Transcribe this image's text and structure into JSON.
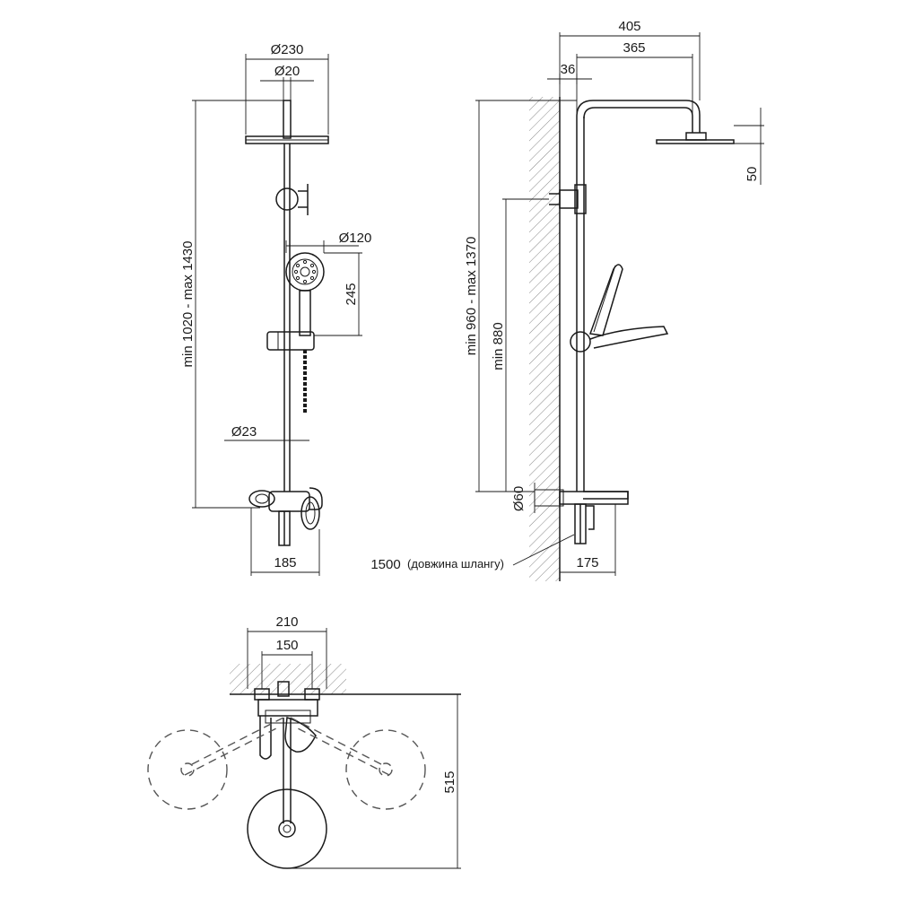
{
  "front_view": {
    "dim_head_diameter": "Ø230",
    "dim_arm_diameter": "Ø20",
    "dim_hand_shower_diameter": "Ø120",
    "dim_hand_shower_height": "245",
    "dim_pipe_diameter": "Ø23",
    "dim_height_range": "min 1020 - max 1430",
    "dim_mixer_width": "185"
  },
  "side_view": {
    "dim_total_projection": "405",
    "dim_arm_reach": "365",
    "dim_wall_offset": "36",
    "dim_head_height": "50",
    "dim_height_range": "min 960 - max 1370",
    "dim_min_height": "min 880",
    "dim_inlet_diameter": "Ø60",
    "dim_hose_length": "1500",
    "hose_note": "(довжина шлангу)",
    "dim_spout_projection": "175"
  },
  "top_view": {
    "dim_outer_width": "210",
    "dim_inlet_spacing": "150",
    "dim_depth": "515"
  }
}
